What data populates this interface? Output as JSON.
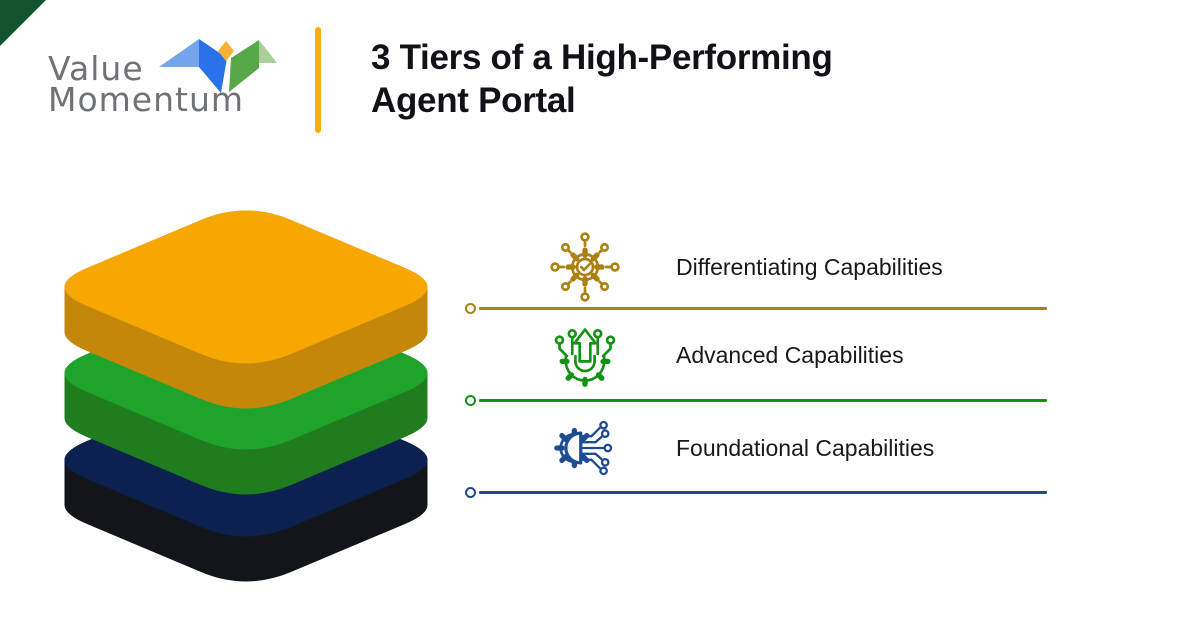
{
  "brand": {
    "name_line1": "Value",
    "name_line2": "Momentum",
    "text_color": "#6F7276",
    "logo_colors": {
      "light_blue": "#74A4EC",
      "blue": "#2A72E8",
      "yellow": "#F8B133",
      "green": "#57A847",
      "light_green": "#A9CE98"
    }
  },
  "header": {
    "title_line1": "3 Tiers of a High-Performing",
    "title_line2": "Agent Portal",
    "title_color": "#101218",
    "divider_color": "#F9AC0C",
    "corner_accent_color": "#14532D"
  },
  "stack_illustration": {
    "layers": [
      {
        "position": "top",
        "face_color": "#F6A800",
        "side_color": "#C5870A"
      },
      {
        "position": "middle",
        "face_color": "#1FA42B",
        "side_color": "#1F7D20"
      },
      {
        "position": "bottom",
        "face_color": "#0D2150",
        "side_color": "#12151A"
      }
    ]
  },
  "tiers": [
    {
      "label": "Differentiating Capabilities",
      "accent": "#AC810F",
      "icon": "network-gear-check-icon"
    },
    {
      "label": "Advanced Capabilities",
      "accent": "#129212",
      "icon": "gear-up-arrow-icon"
    },
    {
      "label": "Foundational Capabilities",
      "accent": "#1E4B94",
      "icon": "gear-circuit-icon"
    }
  ]
}
